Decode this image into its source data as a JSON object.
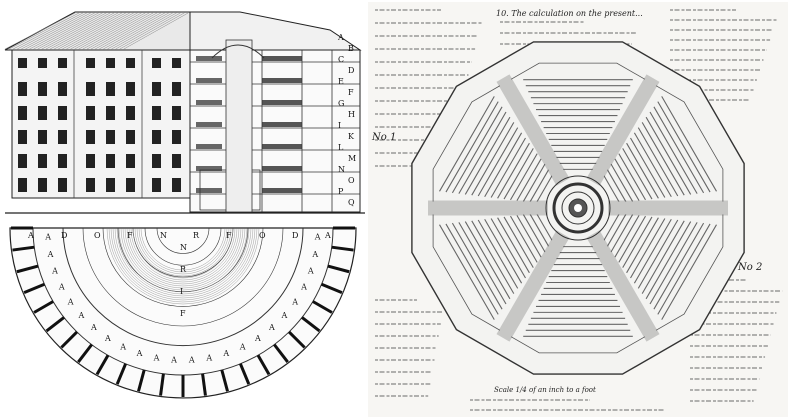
{
  "panels": {
    "elevation_section": {
      "plate_letters": [
        "A",
        "B",
        "C",
        "D",
        "E",
        "F",
        "G",
        "H",
        "I",
        "K",
        "L",
        "M",
        "N",
        "O",
        "P",
        "Q"
      ]
    },
    "half_plan": {
      "top_letters": [
        "A",
        "D",
        "O",
        "F",
        "N",
        "R",
        "F",
        "O",
        "D",
        "A"
      ],
      "center_letters": [
        "N",
        "R",
        "I",
        "F"
      ],
      "cell_letter": "A"
    },
    "manuscript_plan": {
      "plate_number_top": "No 1",
      "plate_number_right": "No 2",
      "heading": "10. The calculation on the present...",
      "scale_note": "Scale 1/4 of an inch to a foot"
    }
  }
}
